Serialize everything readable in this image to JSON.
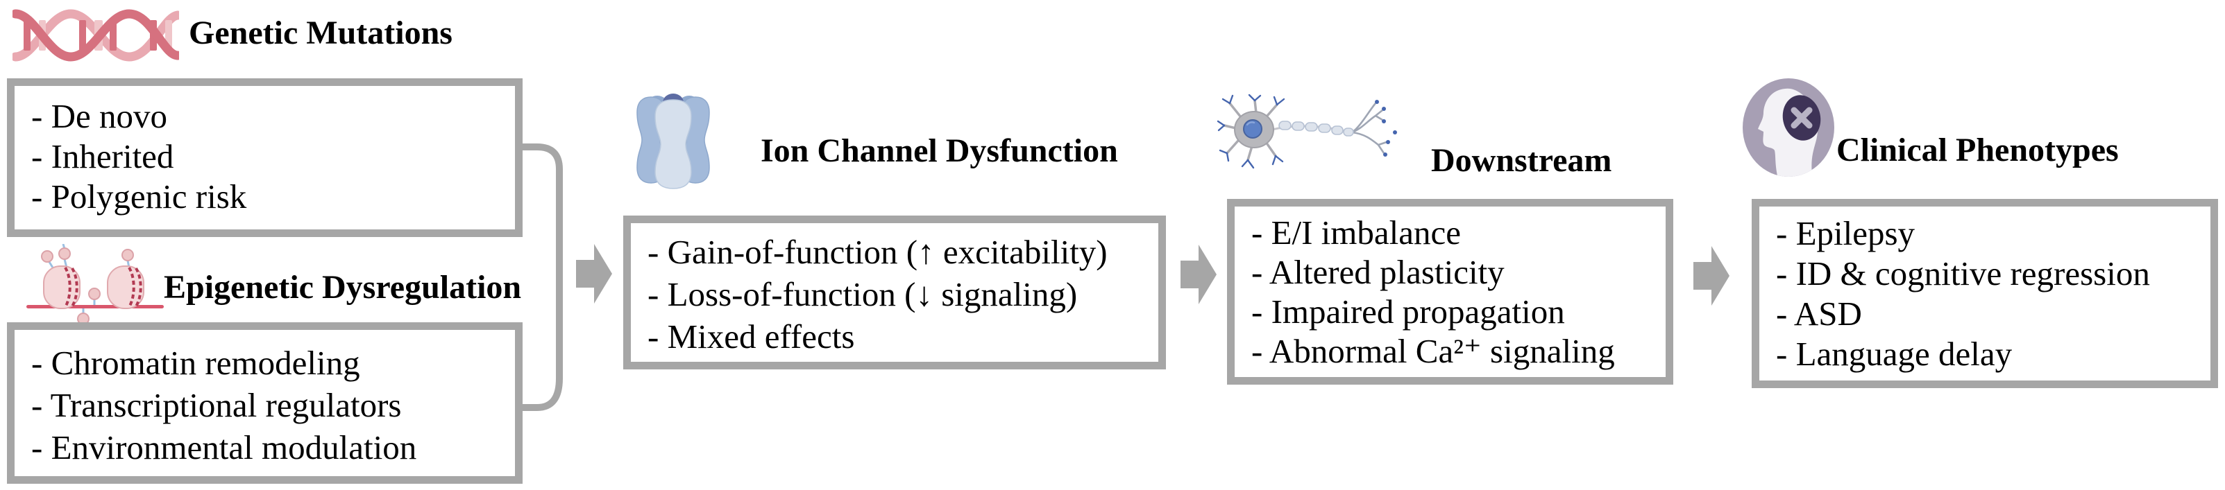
{
  "figure": {
    "kind": "mechanistic pathway diagram",
    "background": "#ffffff"
  },
  "sections": {
    "genetic": {
      "icon": "dna-icon",
      "title": "Genetic Mutations",
      "items": [
        "- De novo",
        "- Inherited",
        "- Polygenic risk"
      ]
    },
    "epigenetic": {
      "icon": "nucleosome-icon",
      "title": "Epigenetic Dysregulation",
      "items": [
        "- Chromatin remodeling",
        "- Transcriptional regulators",
        "- Environmental modulation"
      ]
    },
    "ion_channel": {
      "icon": "ion-channel-icon",
      "title": "Ion Channel Dysfunction",
      "items": [
        "- Gain-of-function (↑ excitability)",
        "- Loss-of-function (↓ signaling)",
        "- Mixed effects"
      ]
    },
    "downstream": {
      "icon": "neuron-icon",
      "title": "Downstream",
      "items": [
        "- E/I imbalance",
        "- Altered plasticity",
        "- Impaired propagation",
        "- Abnormal Ca²⁺ signaling"
      ]
    },
    "clinical": {
      "icon": "head-x-icon",
      "title": "Clinical Phenotypes",
      "items": [
        "- Epilepsy",
        "- ID & cognitive regression",
        "- ASD",
        "- Language delay"
      ]
    }
  },
  "connectors": {
    "bracket": "merge-bracket joining Genetic Mutations and Epigenetic Dysregulation boxes",
    "arrow_count": 3,
    "arrow_direction": "right"
  },
  "colors": {
    "box_border": "#a6a6a6",
    "arrow_gray": "#a6a6a6",
    "text": "#000000",
    "dna_rose": "#d6717f",
    "dna_light": "#f0c6ca",
    "nucleosome_body": "#f5d9da",
    "nucleosome_band": "#b23a52",
    "dna_strand_line": "#d9576c",
    "methyl_stem_blue": "#9cc0e2",
    "channel_blue": "#a3bada",
    "channel_light": "#d6e0ed",
    "channel_dark": "#5d6ca3",
    "neuron_gray": "#b8b8bc",
    "neuron_nucleus_blue": "#5d81c6",
    "head_circle": "#a79fb4",
    "head_face": "#f3f2f6",
    "brain_dark_purple": "#3e3357"
  }
}
